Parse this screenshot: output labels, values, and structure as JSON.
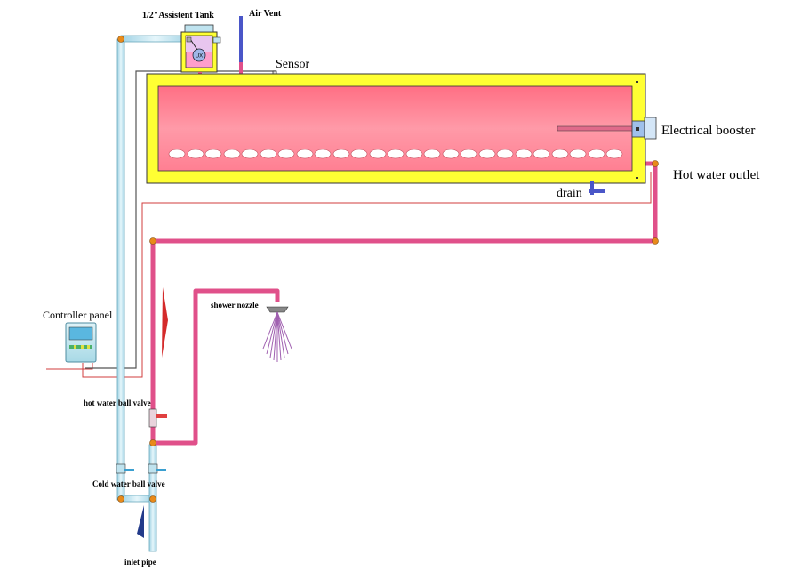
{
  "labels": {
    "assistant_tank": "1/2\"Assistent Tank",
    "air_vent": "Air Vent",
    "sensor": "Sensor",
    "electrical_booster": "Electrical booster",
    "hot_water_outlet": "Hot water outlet",
    "drain": "drain",
    "controller_panel": "Controller panel",
    "shower_nozzle": "shower nozzle",
    "hot_water_ball_valve": "hot water ball valve",
    "cold_water_ball_valve": "Cold water ball valve",
    "inlet_pipe": "inlet pipe",
    "tank_float_mark": "UX"
  },
  "colors": {
    "insulation": "#ffff33",
    "tank_inner": "#ff8a9a",
    "hot_pipe": "#e0508a",
    "cold_pipe": "#bfe3ef",
    "wire": "#d23c3c",
    "fitting": "#e88a1a"
  }
}
